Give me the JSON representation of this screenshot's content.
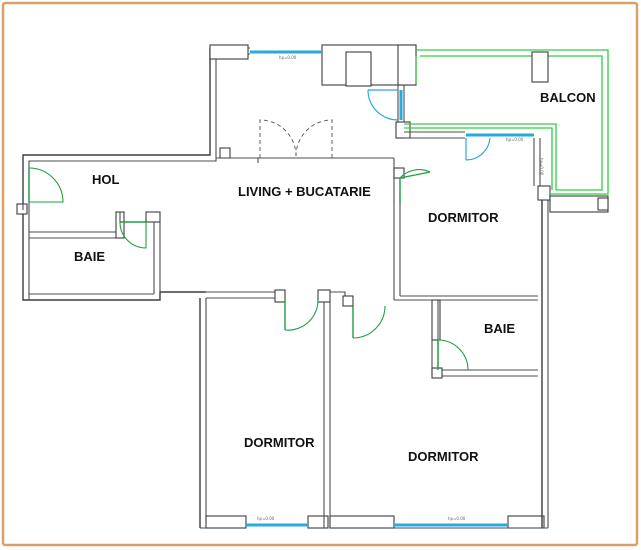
{
  "rooms": {
    "hol": "HOL",
    "living": "LIVING + BUCATARIE",
    "balcon": "BALCON",
    "dormitor_right_top": "DORMITOR",
    "baie_left": "BAIE",
    "baie_right": "BAIE",
    "dormitor_bottom_left": "DORMITOR",
    "dormitor_bottom_right": "DORMITOR"
  },
  "window_tags": {
    "top": "hp=0.00",
    "balcony": "hp=0.00",
    "side": "hp=0.00",
    "bottom_left": "hp=0.00",
    "bottom_right": "hp=0.00"
  },
  "colors": {
    "frame": "#d9a06a",
    "wall": "#3d3d3d",
    "window": "#29a9e0",
    "door": "#1f9e3f",
    "balcony": "#33cc44"
  }
}
